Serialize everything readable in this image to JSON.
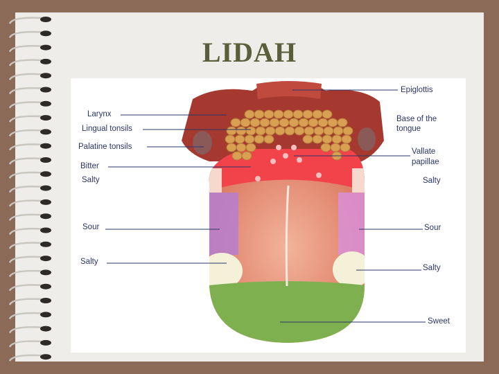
{
  "title": "LIDAH",
  "diagram": {
    "left_labels": {
      "larynx": "Larynx",
      "lingual_tonsils": "Lingual tonsils",
      "palatine_tonsils": "Palatine tonsils",
      "bitter": "Bitter",
      "salty_top": "Salty",
      "sour": "Sour",
      "salty_bottom": "Salty"
    },
    "right_labels": {
      "epiglottis": "Epiglottis",
      "base_line1": "Base of the",
      "base_line2": "tongue",
      "vallate_line1": "Vallate",
      "vallate_line2": "papillae",
      "salty_top": "Salty",
      "sour": "Sour",
      "salty_bottom": "Salty",
      "sweet": "Sweet"
    },
    "zone_colors": {
      "bitter": "#f2424a",
      "salty": "#f4f1d8",
      "sour": "#b57fd0",
      "sweet": "#7fb04f",
      "tonsil": "#d9a054",
      "epiglottis": "#b23a32",
      "body": "#e88870"
    }
  }
}
